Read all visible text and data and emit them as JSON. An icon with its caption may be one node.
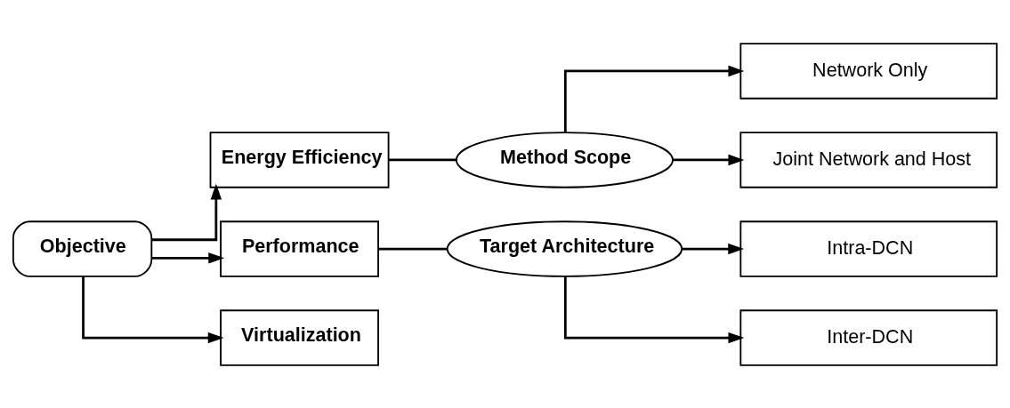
{
  "diagram": {
    "nodes": [
      {
        "text": [
          "Objective"
        ]
      },
      {
        "text": [
          "Energy Efficiency"
        ]
      },
      {
        "text": [
          "Performance"
        ]
      },
      {
        "text": [
          "Virtualization"
        ]
      },
      {
        "text": [
          "Method Scope"
        ]
      },
      {
        "text": [
          "Target Architecture"
        ]
      },
      {
        "text": [
          "Network Only"
        ]
      },
      {
        "text": [
          "Joint Network and Host"
        ]
      },
      {
        "text": [
          "Intra-DCN"
        ]
      },
      {
        "text": [
          "Inter-DCN"
        ]
      }
    ],
    "edges": [
      {
        "from": 0,
        "to": 1,
        "arrow": "to"
      },
      {
        "from": 0,
        "to": 2,
        "arrow": "to"
      },
      {
        "from": 0,
        "to": 3,
        "arrow": "to"
      },
      {
        "from": 1,
        "to": 4,
        "arrow": "none"
      },
      {
        "from": 4,
        "to": 6,
        "arrow": "to"
      },
      {
        "from": 4,
        "to": 7,
        "arrow": "to"
      },
      {
        "from": 2,
        "to": 5,
        "arrow": "none"
      },
      {
        "from": 5,
        "to": 8,
        "arrow": "to"
      },
      {
        "from": 5,
        "to": 9,
        "arrow": "to"
      }
    ]
  }
}
